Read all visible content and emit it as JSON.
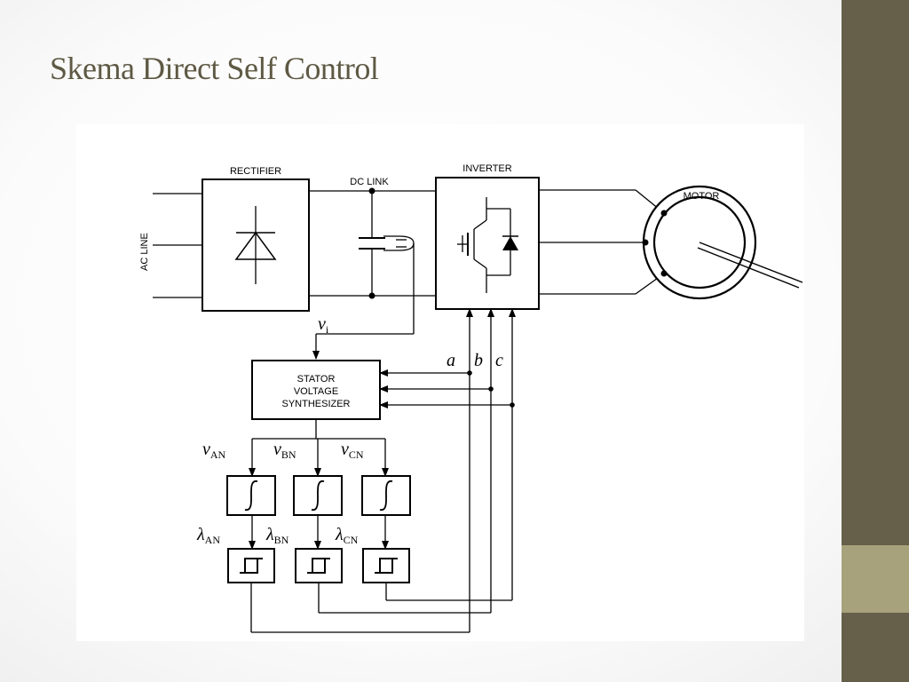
{
  "slide": {
    "title": "Skema Direct Self Control"
  },
  "diagram": {
    "rectifier": "RECTIFIER",
    "dc_link": "DC LINK",
    "inverter": "INVERTER",
    "motor": "MOTOR",
    "ac_line": "AC LINE",
    "vi_symbol": "v",
    "vi_sub": "i",
    "phase_a": "a",
    "phase_b": "b",
    "phase_c": "c",
    "synth_line1": "STATOR",
    "synth_line2": "VOLTAGE",
    "synth_line3": "SYNTHESIZER",
    "v_symbol": "v",
    "v_an_sub": "AN",
    "v_bn_sub": "BN",
    "v_cn_sub": "CN",
    "lambda_symbol": "λ",
    "l_an_sub": "AN",
    "l_bn_sub": "BN",
    "l_cn_sub": "CN"
  }
}
